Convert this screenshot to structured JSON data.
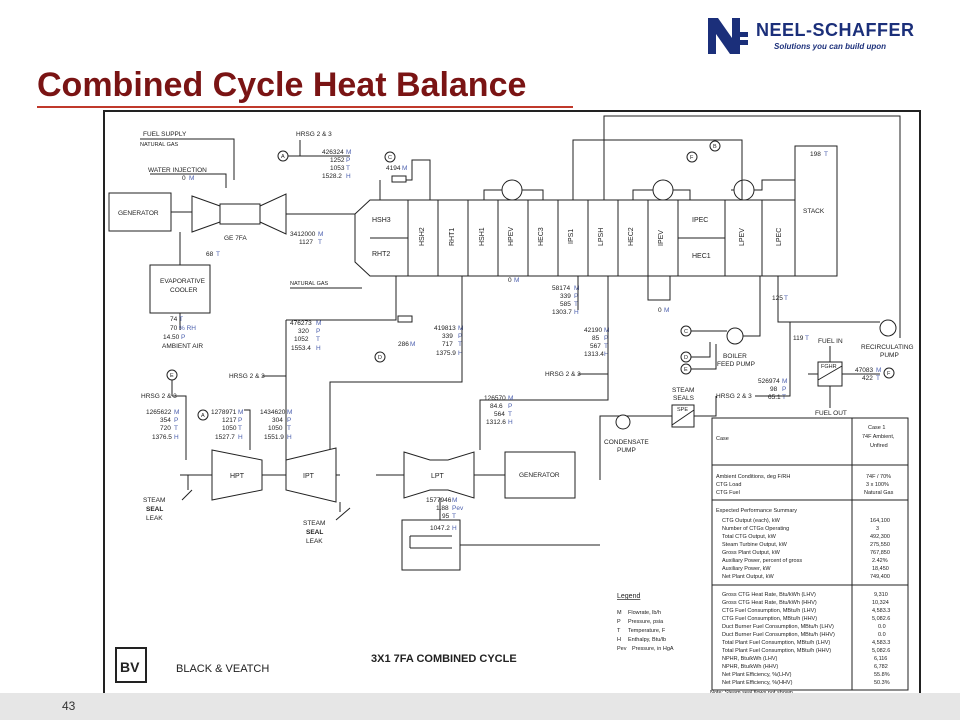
{
  "slide": {
    "title": "Combined Cycle Heat Balance",
    "page_number": "43"
  },
  "logo": {
    "name": "NEEL-SCHAFFER",
    "tagline": "Solutions you can build upon",
    "colors": {
      "brand": "#1b2f7a",
      "title": "#7a1414"
    }
  },
  "diagram": {
    "title": "3X1 7FA COMBINED CYCLE",
    "company": "BLACK & VEATCH",
    "note": "Note:  Steam seal flows not shown.",
    "labels": {
      "fuel_supply": "FUEL SUPPLY",
      "natural_gas": "NATURAL GAS",
      "water_injection": "WATER INJECTION",
      "water_injection_value": "0",
      "generator": "GENERATOR",
      "ge7fa": "GE 7FA",
      "hrsg23": "HRSG 2 & 3",
      "evap_cooler": "EVAPORATIVE COOLER",
      "ambient_air": "AMBIENT AIR",
      "natural_gas_duct": "NATURAL GAS",
      "stack": "STACK",
      "boiler_feed_pump": "BOILER FEED PUMP",
      "recirculating_pump": "RECIRCULATING PUMP",
      "fuel_in": "FUEL IN",
      "fghr": "FGHR",
      "fuel_out": "FUEL OUT",
      "steam_seals": "STEAM SEALS",
      "spe": "SPE",
      "condensate_pump": "CONDENSATE PUMP",
      "hpt": "HPT",
      "ipt": "IPT",
      "lpt": "LPT",
      "generator2": "GENERATOR",
      "steam_seal_leak_steam": "STEAM",
      "steam_seal_leak_seal": "SEAL",
      "steam_seal_leak_leak": "LEAK"
    },
    "hrsg_sections": [
      "HSH3",
      "RHT2",
      "HSH2",
      "RHT1",
      "HSH1",
      "HPEV",
      "HEC3",
      "IPS1",
      "LPSH",
      "HEC2",
      "IPEV",
      "IPEC",
      "HEC1",
      "LPEV",
      "LPEC"
    ],
    "streams": {
      "top": {
        "m": "426324",
        "p": "1252",
        "t": "1053",
        "h": "1528.2"
      },
      "val_4194": "4194",
      "gt_exhaust": {
        "m": "3412000",
        "t": "1127"
      },
      "val_68": "68",
      "ambient": {
        "t": "74",
        "rh": "70",
        "p": "14.50"
      },
      "rht": {
        "m": "476273",
        "p": "320",
        "t": "1052",
        "h": "1553.4"
      },
      "val_286": "286",
      "ip_out": {
        "m": "419813",
        "p": "339",
        "t": "717",
        "h": "1375.9"
      },
      "hp_mid": {
        "m": "58174",
        "p": "339",
        "t": "585",
        "h": "1303.7"
      },
      "lp_mid": {
        "m": "42190",
        "p": "85",
        "t": "567",
        "h": "1313.4"
      },
      "zero1": "0",
      "zero2": "0",
      "stack_t": "198",
      "val_125": "125",
      "val_119": "119",
      "fuel_gas": {
        "m": "47083",
        "t": "422"
      },
      "cond": {
        "m": "526974",
        "p": "98",
        "t": "65.1"
      },
      "lpt_in": {
        "m": "126570",
        "p": "84.6",
        "t": "564",
        "h": "1312.6"
      },
      "hpt_in": {
        "m": "1265622",
        "p": "354",
        "t": "720",
        "h": "1376.5"
      },
      "hpt_a": {
        "m": "1278971",
        "p": "1217",
        "t": "1050",
        "h": "1527.7"
      },
      "ipt_in": {
        "m": "1434620",
        "p": "304",
        "t": "1050",
        "h": "1551.9"
      },
      "lpt_out": {
        "m": "1577946",
        "pev": "1.88",
        "t": "95",
        "h": "1047.2"
      }
    },
    "markers": [
      "A",
      "C",
      "F",
      "B",
      "E",
      "D"
    ],
    "legend": {
      "title": "Legend",
      "items": [
        {
          "k": "M",
          "v": "Flowrate, lb/h"
        },
        {
          "k": "P",
          "v": "Pressure, psia"
        },
        {
          "k": "T",
          "v": "Temperature, F"
        },
        {
          "k": "H",
          "v": "Enthalpy, Btu/lb"
        },
        {
          "k": "Pev",
          "v": "Pressure, in HgA"
        }
      ]
    },
    "case_table": {
      "case_label": "Case",
      "case_value_1": "Case 1",
      "case_value_2": "74F Ambient,",
      "case_value_3": "Unfired",
      "conditions": [
        {
          "label": "Ambient Conditions, deg F/RH",
          "value": "74F / 70%"
        },
        {
          "label": "CTG Load",
          "value": "3 x 100%"
        },
        {
          "label": "CTG Fuel",
          "value": "Natural Gas"
        }
      ],
      "perf_title": "Expected Performance Summary",
      "perf": [
        {
          "label": "CTG Output (each), kW",
          "value": "164,100"
        },
        {
          "label": "Number of CTGs Operating",
          "value": "3"
        },
        {
          "label": "Total CTG Output, kW",
          "value": "492,300"
        },
        {
          "label": "Steam Turbine Output, kW",
          "value": "275,550"
        },
        {
          "label": "Gross Plant Output, kW",
          "value": "767,850"
        },
        {
          "label": "Auxiliary Power, percent of gross",
          "value": "2.42%"
        },
        {
          "label": "Auxiliary Power, kW",
          "value": "18,450"
        },
        {
          "label": "Net Plant Output, kW",
          "value": "749,400"
        }
      ],
      "rates": [
        {
          "label": "Gross CTG Heat Rate, Btu/kWh (LHV)",
          "value": "9,310"
        },
        {
          "label": "Gross CTG Heat Rate, Btu/kWh (HHV)",
          "value": "10,324"
        },
        {
          "label": "CTG Fuel Consumption, MBtu/h (LHV)",
          "value": "4,583.3"
        },
        {
          "label": "CTG Fuel Consumption, MBtu/h (HHV)",
          "value": "5,082.6"
        },
        {
          "label": "Duct Burner Fuel Consumption, MBtu/h (LHV)",
          "value": "0.0"
        },
        {
          "label": "Duct Burner Fuel Consumption, MBtu/h (HHV)",
          "value": "0.0"
        },
        {
          "label": "Total Plant Fuel Consumption, MBtu/h (LHV)",
          "value": "4,583.3"
        },
        {
          "label": "Total Plant Fuel Consumption, MBtu/h (HHV)",
          "value": "5,082.6"
        },
        {
          "label": "NPHR, Btu/kWh (LHV)",
          "value": "6,116"
        },
        {
          "label": "NPHR, Btu/kWh (HHV)",
          "value": "6,782"
        },
        {
          "label": "Net Plant Efficiency, %(LHV)",
          "value": "55.8%"
        },
        {
          "label": "Net Plant Efficiency, %(HHV)",
          "value": "50.3%"
        }
      ]
    }
  }
}
